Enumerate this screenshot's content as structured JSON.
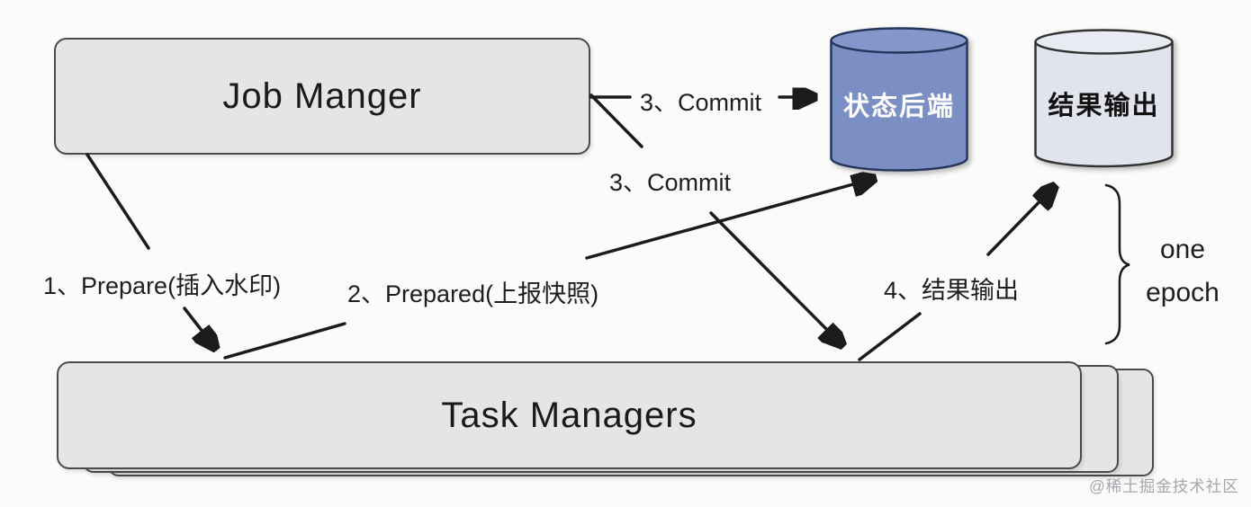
{
  "diagram": {
    "title_hint": "Flink two-phase commit / epoch flow diagram",
    "nodes": {
      "job_manager": {
        "label": "Job Manger",
        "fill": "#e5e5e5",
        "border": "#4a4a4a",
        "text_color": "#1a1a1a"
      },
      "task_managers": {
        "label": "Task Managers",
        "fill": "#e5e5e5",
        "border": "#4a4a4a",
        "text_color": "#1a1a1a",
        "stacked_layers": 3
      },
      "state_backend": {
        "label": "状态后端",
        "shape": "cylinder",
        "fill": "#7b8fc5",
        "border": "#25355c",
        "text_color": "#ffffff"
      },
      "result_output": {
        "label": "结果输出",
        "shape": "cylinder",
        "fill": "#e1e4ed",
        "border": "#333333",
        "text_color": "#111111"
      }
    },
    "edges": [
      {
        "id": "prepare",
        "label": "1、Prepare(插入水印)",
        "from": "job_manager",
        "to": "task_managers"
      },
      {
        "id": "prepared",
        "label": "2、Prepared(上报快照)",
        "from": "task_managers",
        "to": "state_backend"
      },
      {
        "id": "commit_state",
        "label": "3、Commit",
        "from": "job_manager",
        "to": "state_backend"
      },
      {
        "id": "commit_tasks",
        "label": "3、Commit",
        "from": "job_manager",
        "to": "task_managers"
      },
      {
        "id": "result",
        "label": "4、结果输出",
        "from": "task_managers",
        "to": "result_output"
      }
    ],
    "annotation": {
      "brace_side": "right",
      "line1": "one",
      "line2": "epoch"
    },
    "watermark": "@稀土掘金技术社区",
    "colors": {
      "background": "#fbfbfa",
      "arrow": "#1b1b1b",
      "watermark_gray": "#a6a6ae"
    }
  }
}
